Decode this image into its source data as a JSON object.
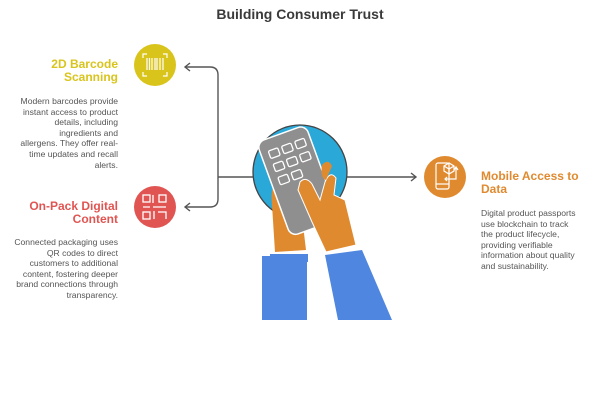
{
  "title": "Building Consumer Trust",
  "items": [
    {
      "title": "2D Barcode Scanning",
      "body": "Modern barcodes provide instant access to product details, including ingredients and allergens. They offer real-time updates and recall alerts.",
      "color": "#d9c41c",
      "icon": "barcode-icon"
    },
    {
      "title": "On-Pack Digital Content",
      "body": "Connected packaging uses QR codes to direct customers to additional content, fostering deeper brand connections through transparency.",
      "color": "#e05552",
      "icon": "qr-code-icon"
    },
    {
      "title": "Mobile Access to Data",
      "body": "Digital product passports use blockchain to track the product lifecycle, providing verifiable information about quality and sustainability.",
      "color": "#e08a30",
      "icon": "mobile-data-icon"
    }
  ],
  "center": {
    "icon": "hands-phone-icon",
    "circle_color": "#2aa8d8",
    "sleeve_color": "#4f86e0",
    "hand_color": "#e08a30",
    "phone_color": "#8f8f8f"
  }
}
